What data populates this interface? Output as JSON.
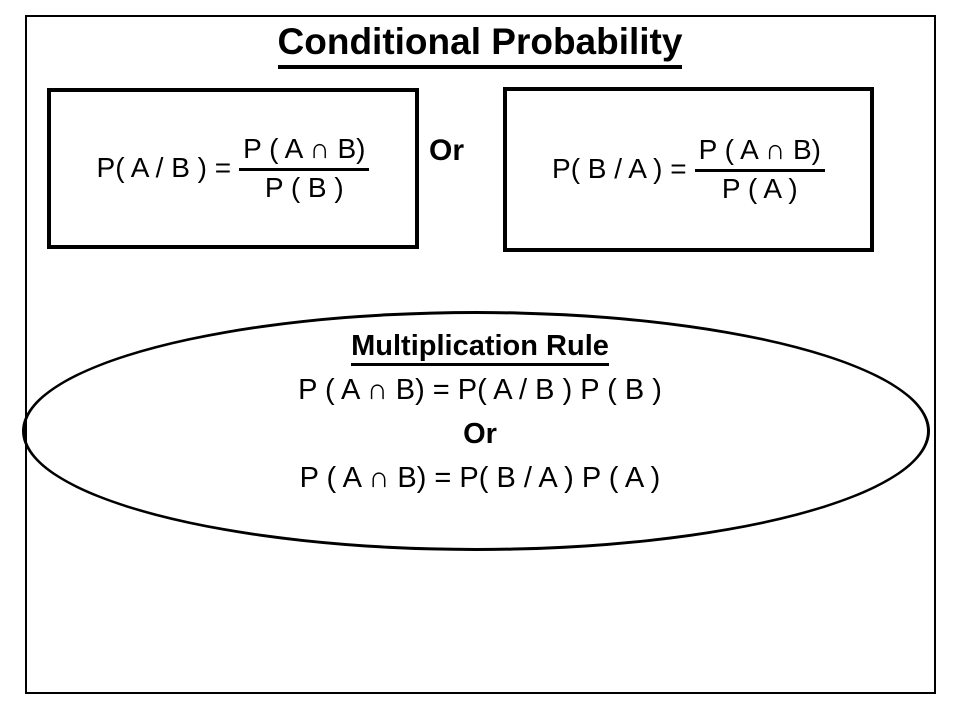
{
  "title": "Conditional Probability",
  "boxes": {
    "left": {
      "lhs": "P( A / B ) =",
      "numerator": "P ( A ∩ B)",
      "denominator": "P ( B )"
    },
    "right": {
      "lhs": "P( B / A ) =",
      "numerator": "P ( A ∩ B)",
      "denominator": "P ( A )"
    }
  },
  "or_between_boxes": "Or",
  "ellipse": {
    "heading": "Multiplication Rule",
    "line1": "P ( A ∩ B) = P( A / B ) P ( B )",
    "or": "Or",
    "line2": "P ( A ∩ B) = P( B / A ) P ( A )"
  },
  "colors": {
    "ink": "#000000",
    "background": "#ffffff"
  }
}
